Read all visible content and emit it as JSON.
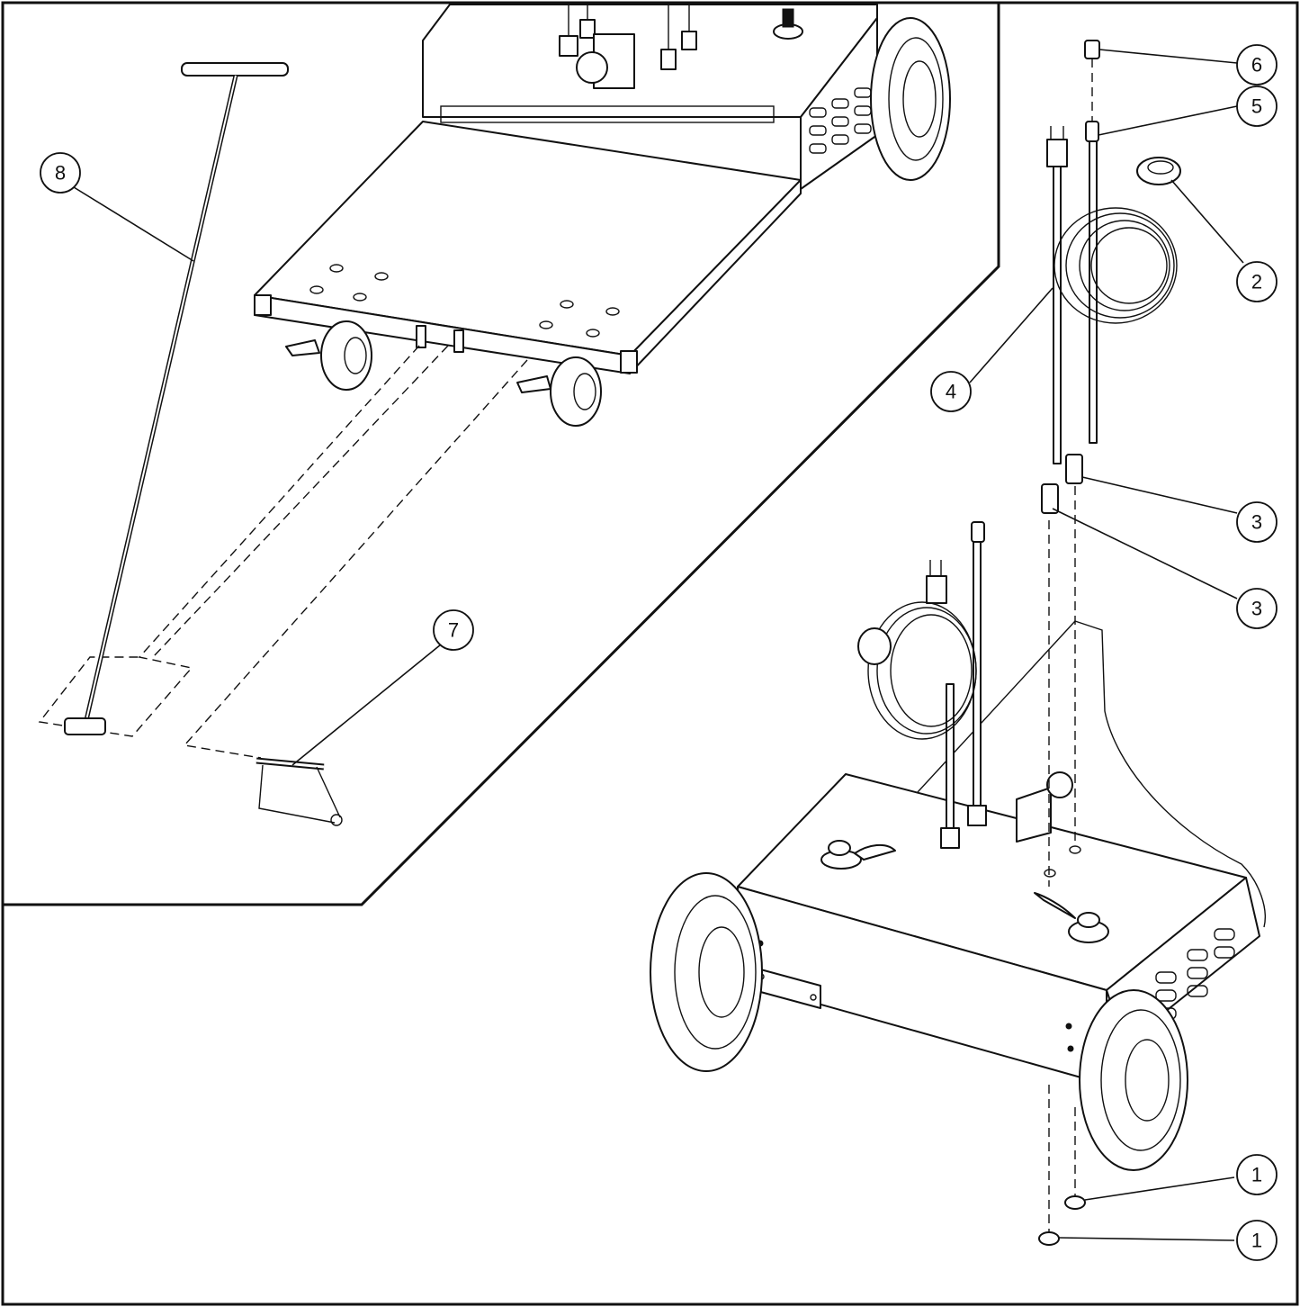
{
  "callouts": [
    {
      "id": "callout-6",
      "label": "6"
    },
    {
      "id": "callout-5",
      "label": "5"
    },
    {
      "id": "callout-2",
      "label": "2"
    },
    {
      "id": "callout-4",
      "label": "4"
    },
    {
      "id": "callout-3a",
      "label": "3"
    },
    {
      "id": "callout-3b",
      "label": "3"
    },
    {
      "id": "callout-1a",
      "label": "1"
    },
    {
      "id": "callout-1b",
      "label": "1"
    },
    {
      "id": "callout-8",
      "label": "8"
    },
    {
      "id": "callout-7",
      "label": "7"
    }
  ]
}
